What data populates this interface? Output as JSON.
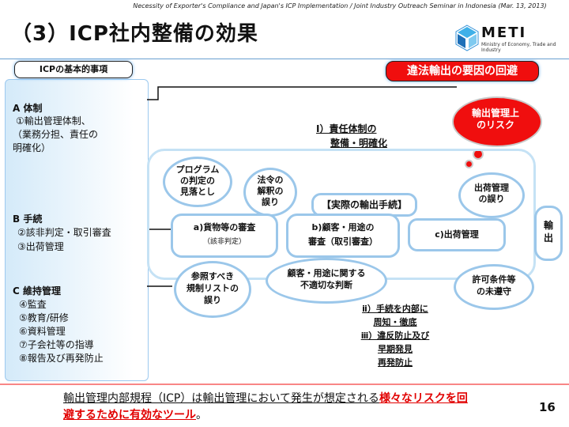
{
  "header_caption": "Necessity of Exporter's Compliance and Japan's ICP Implementation / Joint Industry Outreach Seminar in Indonesia (Mar. 13, 2013)",
  "title": "（3）ICP社内整備の効果",
  "logo": {
    "name": "METI",
    "sub": "Ministry of Economy, Trade and Industry"
  },
  "left": {
    "badge": "ICPの基本的事項",
    "a_title": "A 体制",
    "a_lines": [
      "①輸出管理体制、",
      "（業務分担、責任の",
      "明確化）"
    ],
    "b_title": "B 手続",
    "b_lines": [
      "②該非判定・取引審査",
      "③出荷管理"
    ],
    "c_title": "C 維持管理",
    "c_lines": [
      "④監査",
      "⑤教育/研修",
      "⑥資料管理",
      "⑦子会社等の指導",
      "⑧報告及び再発防止"
    ]
  },
  "right_badge": "違法輸出の要因の回避",
  "risk_title": [
    "輸出管理上",
    "のリスク"
  ],
  "resp_lines": [
    "Ⅰ）責任体制の",
    "整備・明確化"
  ],
  "process_title": "【実際の輸出手続】",
  "steps": {
    "a": [
      "a)貨物等の審査",
      "（該非判定）"
    ],
    "b": [
      "b)顧客・用途の",
      "審査（取引審査）"
    ],
    "c": "c)出荷管理",
    "export": [
      "輸",
      "出"
    ]
  },
  "risks": {
    "program": [
      "プログラム",
      "の判定の",
      "見落とし"
    ],
    "law": [
      "法令の",
      "解釈の",
      "誤り"
    ],
    "shipping": [
      "出荷管理",
      "の誤り"
    ],
    "list": [
      "参照すべき",
      "規制リストの",
      "誤り"
    ],
    "customer": [
      "顧客・用途に関する",
      "不適切な判断"
    ],
    "license": [
      "許可条件等",
      "の未遵守"
    ]
  },
  "measures": [
    "ⅱ）手続を内部に",
    "周知・徹底",
    "ⅲ）違反防止及び",
    "早期発見",
    "再発防止"
  ],
  "footer_parts": {
    "p1": "輸出管理内部規程（ICP）は輸出管理において発生が想定される",
    "p2": "様々なリスクを回",
    "p3": "避するために有効なツール",
    "p4": "。"
  },
  "page_number": "16",
  "colors": {
    "red": "#f00e0e",
    "blue": "#2c7fc7",
    "lightblue": "#c5e2f5"
  }
}
